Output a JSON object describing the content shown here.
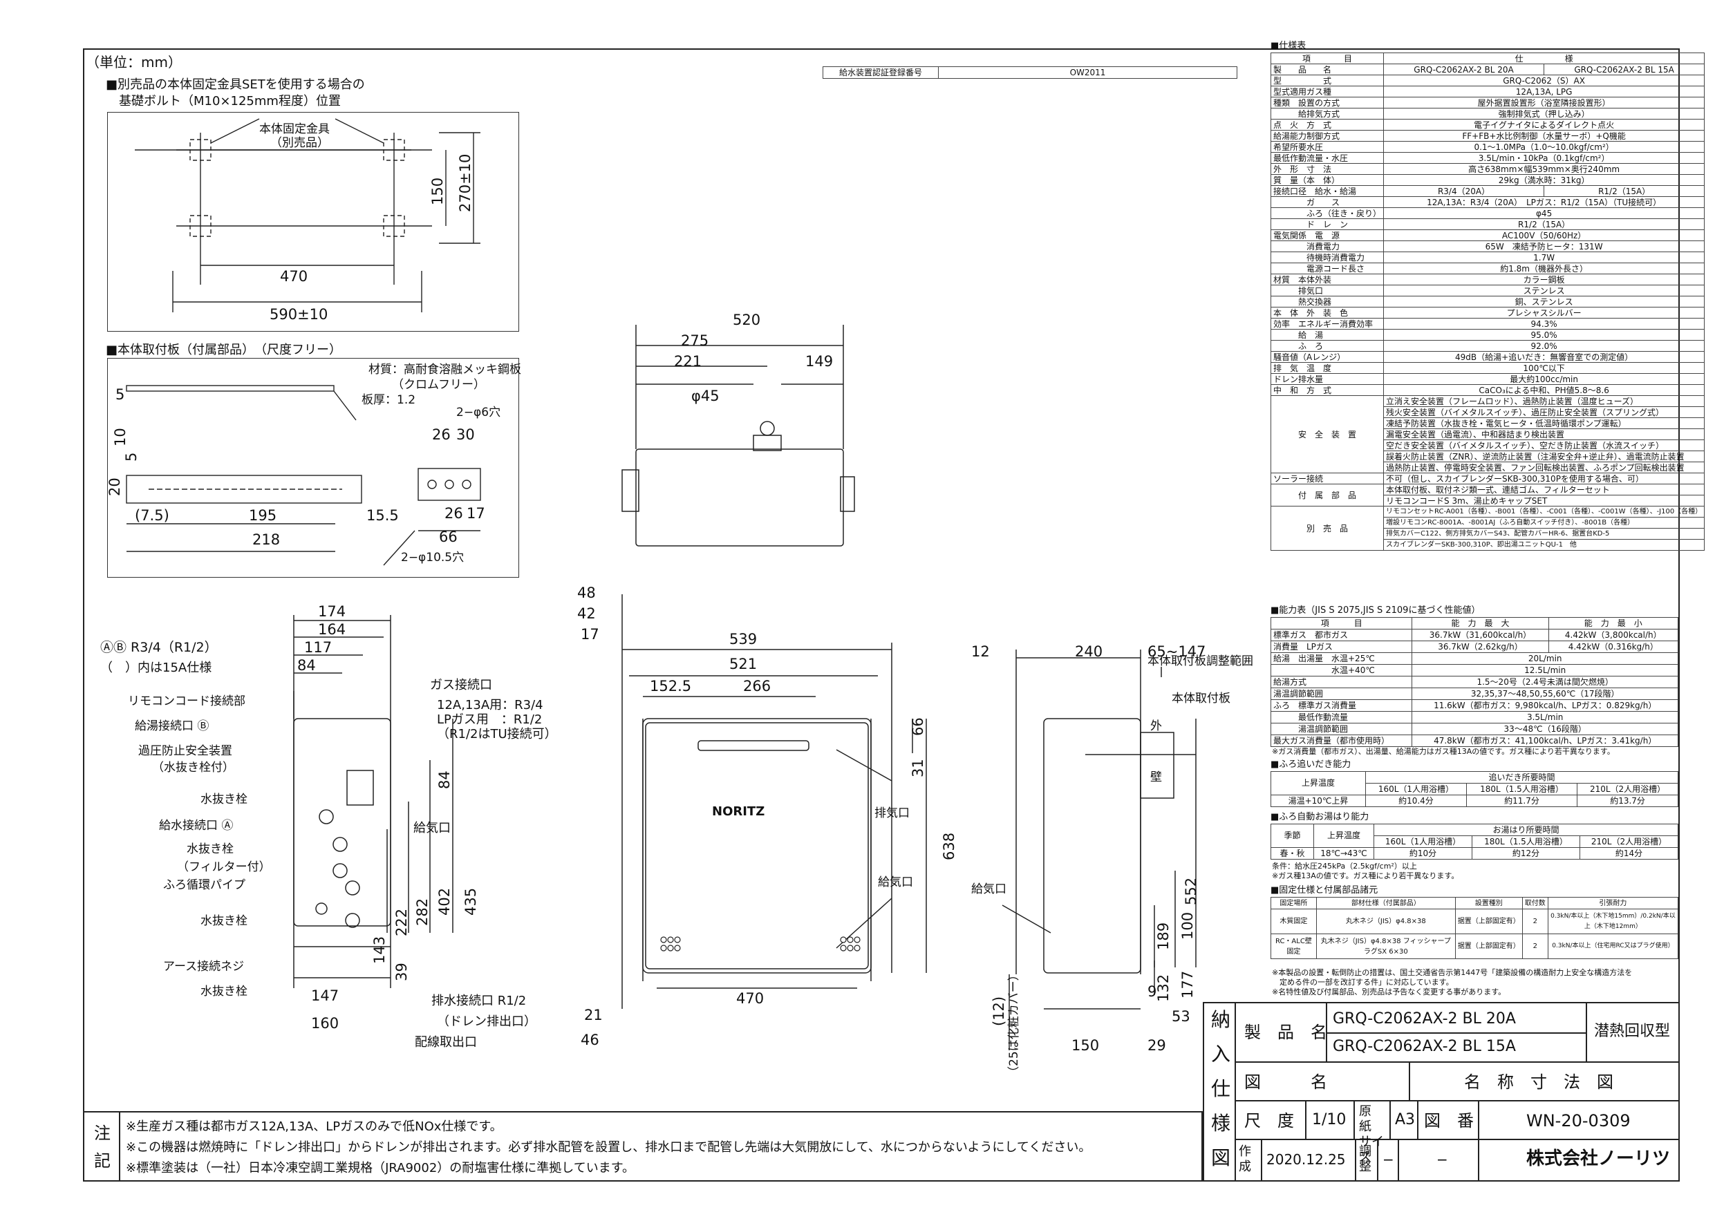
{
  "unit": "（単位：mm）",
  "cert": {
    "label": "給水装置認証登録番号",
    "value": "OW2011"
  },
  "base_bolt": {
    "title1": "■別売品の本体固定金具SETを使用する場合の",
    "title2": "基礎ボルト（M10×125mm程度）位置",
    "callout1": "本体固定金具",
    "callout2": "（別売品）",
    "dims": [
      "150",
      "270±10",
      "470",
      "590±10"
    ]
  },
  "mount_plate": {
    "title": "■本体取付板（付属部品）　（尺度フリー）",
    "material1": "材質：高耐食溶融メッキ鋼板",
    "material2": "（クロムフリー）",
    "thickness": "板厚：1.2",
    "holes6": "2−φ6穴",
    "holes10": "2−φ10.5穴",
    "dims": [
      "5",
      "10",
      "5",
      "20",
      "(7.5)",
      "195",
      "15.5",
      "218",
      "26",
      "30",
      "26",
      "17",
      "66"
    ]
  },
  "left_view": {
    "legend": "ⒶⒷ R3/4（R1/2）",
    "legend2": "（　）内は15A仕様",
    "top_dims": [
      "174",
      "164",
      "117",
      "84"
    ],
    "labels": [
      "リモコンコード接続部",
      "給湯接続口 Ⓑ",
      "過圧防止安全装置",
      "（水抜き栓付）",
      "水抜き栓",
      "給水接続口 Ⓐ",
      "水抜き栓",
      "（フィルター付）",
      "ふろ循環パイプ",
      "水抜き栓",
      "アース接続ネジ",
      "水抜き栓"
    ],
    "gas": [
      "ガス接続口",
      "12A,13A用：R3/4",
      "LPガス用　：R1/2",
      "（R1/2はTU接続可）"
    ],
    "supply_air": "給気口",
    "drain1": "排水接続口 R1/2",
    "drain2": "（ドレン排出口）",
    "wiring": "配線取出口",
    "v_dims": [
      "84",
      "435",
      "402",
      "282",
      "222",
      "143",
      "39"
    ],
    "bottom_dims": [
      "147",
      "160"
    ]
  },
  "top_view": {
    "dims": [
      "520",
      "275",
      "221",
      "149",
      "φ45"
    ]
  },
  "front_view": {
    "dims": [
      "48",
      "42",
      "17",
      "539",
      "521",
      "152.5",
      "266",
      "66",
      "31",
      "638",
      "470",
      "21",
      "46"
    ],
    "brand": "NORITZ",
    "exhaust": "排気口",
    "supply": "給気口"
  },
  "side_view": {
    "dims": [
      "12",
      "240",
      "65~147",
      "552",
      "189",
      "100",
      "132",
      "177",
      "9",
      "53",
      "150",
      "29",
      "(12)",
      "（25は化粧カバー）"
    ],
    "range": "本体取付板調整範囲",
    "plate": "本体取付板",
    "wall1": "外",
    "wall2": "壁",
    "supply": "給気口"
  },
  "spec": {
    "title": "■仕様表",
    "head": [
      "項　　　　目",
      "仕　　　　　様"
    ],
    "rows": [
      [
        "製　　品　　名",
        "GRQ-C2062AX-2 BL 20A",
        "GRQ-C2062AX-2 BL 15A"
      ],
      [
        "型　　　　　式",
        "GRQ-C2062（S）AX"
      ],
      [
        "型式適用ガス種",
        "12A,13A, LPG"
      ],
      [
        "種類　設置の方式",
        "屋外据置設置形（浴室隣接設置形）"
      ],
      [
        "　　　給排気方式",
        "強制排気式（押し込み）"
      ],
      [
        "点　火　方　式",
        "電子イグナイタによるダイレクト点火"
      ],
      [
        "給湯能力制御方式",
        "FF+FB+水比例制御（水量サーボ）+Q機能"
      ],
      [
        "希望所要水圧",
        "0.1～1.0MPa（1.0～10.0kgf/cm²）"
      ],
      [
        "最低作動流量・水圧",
        "3.5L/min・10kPa（0.1kgf/cm²）"
      ],
      [
        "外　形　寸　法",
        "高さ638mm×幅539mm×奥行240mm"
      ],
      [
        "質　量（本　体）",
        "29kg（満水時：31kg）"
      ],
      [
        "接続口径　給水・給湯",
        "R3/4（20A）",
        "R1/2（15A）"
      ],
      [
        "　　　　ガ　　ス",
        "12A,13A：R3/4（20A）　LPガス：R1/2（15A）（TU接続可）"
      ],
      [
        "　　　　ふろ（往き・戻り）",
        "φ45"
      ],
      [
        "　　　　ド　レ　ン",
        "R1/2（15A）"
      ],
      [
        "電気関係　電　源",
        "AC100V（50/60Hz）"
      ],
      [
        "　　　　消費電力",
        "65W　凍結予防ヒータ：131W"
      ],
      [
        "　　　　待機時消費電力",
        "1.7W"
      ],
      [
        "　　　　電源コード長さ",
        "約1.8m（機器外長さ）"
      ],
      [
        "材質　本体外装",
        "カラー鋼板"
      ],
      [
        "　　　排気口",
        "ステンレス"
      ],
      [
        "　　　熱交換器",
        "銅、ステンレス"
      ],
      [
        "本　体　外　装　色",
        "プレシャスシルバー"
      ],
      [
        "効率　エネルギー消費効率",
        "94.3%"
      ],
      [
        "　　　給　湯",
        "95.0%"
      ],
      [
        "　　　ふ　ろ",
        "92.0%"
      ],
      [
        "騒音値（Aレンジ）",
        "49dB（給湯+追いだき：無響音室での測定値）"
      ],
      [
        "排　気　温　度",
        "100℃以下"
      ],
      [
        "ドレン排水量",
        "最大約100cc/min"
      ],
      [
        "中　和　方　式",
        "CaCO₃による中和、PH値5.8～8.6"
      ]
    ],
    "safety_label": "安　全　装　置",
    "safety": [
      "立消え安全装置（フレームロッド）、過熱防止装置（温度ヒューズ）",
      "残火安全装置（バイメタルスイッチ）、過圧防止安全装置（スプリング式）",
      "凍結予防装置（水抜き栓・電気ヒータ・低温時循環ポンプ運転）",
      "漏電安全装置（過電流）、中和器詰まり検出装置",
      "空だき安全装置（バイメタルスイッチ）、空だき防止装置（水流スイッチ）",
      "誤着火防止装置（ZNR）、逆流防止装置（注湯安全弁+逆止弁）、過電流防止装置",
      "過熱防止装置、停電時安全装置、ファン回転検出装置、ふろポンプ回転検出装置"
    ],
    "solar": [
      "ソーラー接続",
      "不可（但し、スカイブレンダーSKB-300,310Pを使用する場合、可）"
    ],
    "accessory_label": "付　属　部　品",
    "accessory": [
      "本体取付板、取付ネジ類一式、連結ゴム、フィルターセット",
      "リモコンコードS 3m、湯止めキャップSET"
    ],
    "option_label": "別　売　品",
    "option": [
      "リモコンセットRC-A001（各種）、-B001（各種）、-C001（各種）、-C001W（各種）、-J100（各種）",
      "増設リモコンRC-8001A、-8001AJ（ふろ自動スイッチ付き）、-8001B（各種）",
      "排気カバーC122、側方排気カバーS43、配管カバーHR-6、据置台KD-5",
      "スカイブレンダーSKB-300,310P、即出湯ユニットQU-1　他"
    ]
  },
  "capacity": {
    "title": "■能力表（JIS S 2075,JIS S 2109に基づく性能値）",
    "head": [
      "項　　　目",
      "能　力　最　大",
      "能　力　最　小"
    ],
    "rows": [
      [
        "標準ガス　都市ガス",
        "36.7kW（31,600kcal/h）",
        "4.42kW（3,800kcal/h）"
      ],
      [
        "消費量　LPガス",
        "36.7kW（2.62kg/h）",
        "4.42kW（0.316kg/h）"
      ],
      [
        "給湯　出湯量　水温+25℃",
        "20L/min"
      ],
      [
        "　　　　　　　水温+40℃",
        "12.5L/min"
      ],
      [
        "給湯方式",
        "1.5～20号（2.4号未満は間欠燃焼）"
      ],
      [
        "湯温調節範囲",
        "32,35,37～48,50,55,60℃（17段階）"
      ],
      [
        "ふろ　標準ガス消費量",
        "11.6kW（都市ガス：9,980kcal/h、LPガス：0.829kg/h）"
      ],
      [
        "　　　最低作動流量",
        "3.5L/min"
      ],
      [
        "　　　湯温調節範囲",
        "33～48℃（16段階）"
      ],
      [
        "最大ガス消費量（都市使用時）",
        "47.8kW（都市ガス：41,100kcal/h、LPガス：3.41kg/h）"
      ]
    ],
    "note": "※ガス消費量（都市ガス）、出湯量、給湯能力はガス種13Aの値です。ガス種により若干異なります。"
  },
  "reheat": {
    "title": "■ふろ追いだき能力",
    "head": [
      "上昇温度",
      "追いだき所要時間"
    ],
    "cols": [
      "160L（1人用浴槽）",
      "180L（1.5人用浴槽）",
      "210L（2人用浴槽）"
    ],
    "row": [
      "湯温+10℃上昇",
      "約10.4分",
      "約11.7分",
      "約13.7分"
    ]
  },
  "autofill": {
    "title": "■ふろ自動お湯はり能力",
    "head": [
      "季節",
      "上昇温度",
      "お湯はり所要時間"
    ],
    "cols": [
      "160L（1人用浴槽）",
      "180L（1.5人用浴槽）",
      "210L（2人用浴槽）"
    ],
    "row": [
      "春・秋",
      "18℃→43℃",
      "約10分",
      "約12分",
      "約14分"
    ],
    "note1": "条件：給水圧245kPa（2.5kgf/cm²）以上",
    "note2": "※ガス種13Aの値です。ガス種により若干異なります。"
  },
  "fixing": {
    "title": "■固定仕様と付属部品諸元",
    "head": [
      "固定場所",
      "部材仕様（付属部品）",
      "設置種別",
      "取付数",
      "引張耐力"
    ],
    "rows": [
      [
        "木質固定",
        "丸木ネジ（JIS）φ4.8×38",
        "据置（上部固定有）",
        "2",
        "0.3kN/本以上（木下地15mm）/0.2kN/本以上（木下地12mm）"
      ],
      [
        "RC・ALC壁固定",
        "丸木ネジ（JIS）φ4.8×38 フィッシャープラグSX 6×30",
        "据置（上部固定有）",
        "2",
        "0.3kN/本以上（住宅用RC又はプラグ使用）"
      ]
    ],
    "note1": "※本製品の設置・転倒防止の措置は、国土交通省告示第1447号「建築設備の構造耐力上安全な構造方法を",
    "note2": "　定める件の一部を改訂する件」に対応しています。",
    "note3": "※名特性値及び付属部品、別売品は予告なく変更する事があります。"
  },
  "titleblock": {
    "side": [
      "納",
      "入",
      "仕",
      "様",
      "図"
    ],
    "product_label": "製　品　名",
    "product1": "GRQ-C2062AX-2 BL 20A",
    "product2": "GRQ-C2062AX-2 BL 15A",
    "type": "潜熱回収型",
    "drawing_label": "図　　　名",
    "drawing": "名　称　寸　法　図",
    "scale_label": "尺　度",
    "scale": "1/10",
    "paper_label": "原　紙 サイズ",
    "paper": "A3",
    "num_label": "図　番",
    "num": "WN-20-0309",
    "made_label": "作成",
    "date": "2020.12.25",
    "adj_label": "調整",
    "adj": "−",
    "dash": "−",
    "company": "株式会社ノーリツ"
  },
  "notes": {
    "label": [
      "注",
      "記"
    ],
    "lines": [
      "※生産ガス種は都市ガス12A,13A、LPガスのみで低NOx仕様です。",
      "※この機器は燃焼時に「ドレン排出口」からドレンが排出されます。必ず排水配管を設置し、排水口まで配管し先端は大気開放にして、水につからないようにしてください。",
      "※標準塗装は（一社）日本冷凍空調工業規格（JRA9002）の耐塩害仕様に準拠しています。"
    ]
  }
}
